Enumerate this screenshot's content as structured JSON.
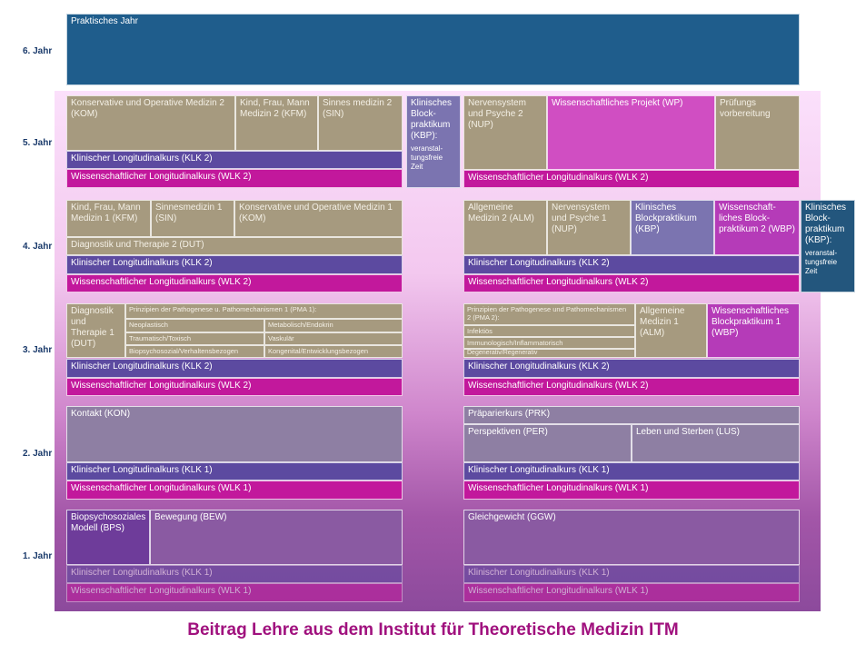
{
  "years": {
    "y6": "6. Jahr",
    "y5": "5. Jahr",
    "y4": "4. Jahr",
    "y3": "3. Jahr",
    "y2": "2. Jahr",
    "y1": "1. Jahr"
  },
  "y6": {
    "praktisches_jahr": "Praktisches Jahr"
  },
  "y5": {
    "kom": "Konservative und   Operative Medizin 2 (KOM)",
    "kfm": "Kind, Frau, Mann Medizin 2 (KFM)",
    "sin": "Sinnes medizin 2 (SIN)",
    "klk": "Klinischer Longitudinalkurs (KLK 2)",
    "wlk_left": "Wissenschaftlicher Longitudinalkurs (WLK 2)",
    "kbp_title": "Klinisches Block-praktikum (KBP):",
    "kbp_note": "veranstal-tungsfreie Zeit",
    "nup": "Nervensystem und Psyche 2 (NUP)",
    "wp": "Wissenschaftliches Projekt (WP)",
    "pruefung": "Prüfungs vorbereitung",
    "wlk_right": "Wissenschaftlicher Longitudinalkurs (WLK 2)"
  },
  "y4": {
    "kfm": "Kind, Frau, Mann Medizin 1 (KFM)",
    "sin": "Sinnesmedizin 1 (SIN)",
    "kom": "Konservative und   Operative Medizin 1 (KOM)",
    "dut": "Diagnostik und Therapie 2 (DUT)",
    "klk_left": "Klinischer Longitudinalkurs (KLK 2)",
    "wlk_left": "Wissenschaftlicher Longitudinalkurs (WLK 2)",
    "alm": "Allgemeine Medizin 2 (ALM)",
    "nup": "Nervensystem und Psyche 1 (NUP)",
    "kbp": "Klinisches Blockpraktikum (KBP)",
    "wbp": "Wissenschaft-liches Block-praktikum 2 (WBP)",
    "kbp2_title": "Klinisches Block-praktikum (KBP):",
    "kbp2_note": "veranstal-tungsfreie Zeit",
    "klk_right": "Klinischer Longitudinalkurs (KLK 2)",
    "wlk_right": "Wissenschaftlicher Longitudinalkurs (WLK 2)"
  },
  "y3": {
    "dut": "Diagnostik und Therapie 1 (DUT)",
    "pma1": "Prinzipien der Pathogenese u. Pathomechanismen 1 (PMA 1):",
    "neoplastisch": "Neoplastisch",
    "metabolisch": "Metabolisch/Endokrin",
    "traumatisch": "Traumatisch/Toxisch",
    "vaskulaer": "Vaskulär",
    "biopsycho": "Biopsychosozial/Verhaltensbezogen",
    "kongenital": "Kongenital/Entwicklungsbezogen",
    "klk_left": "Klinischer Longitudinalkurs (KLK 2)",
    "wlk_left": "Wissenschaftlicher Longitudinalkurs (WLK 2)",
    "pma2": "Prinzipien der  Pathogenese und Pathomechanismen 2 (PMA 2):",
    "infektioes": "Infektiös",
    "immunologisch": "Immunologisch/Inflammatorisch",
    "degenerativ": "Degenerativ/Regenerativ",
    "alm": "Allgemeine Medizin 1 (ALM)",
    "wbp": "Wissenschaftliches Blockpraktikum 1 (WBP)",
    "klk_right": "Klinischer Longitudinalkurs (KLK 2)",
    "wlk_right": "Wissenschaftlicher Longitudinalkurs (WLK 2)"
  },
  "y2": {
    "kon": "Kontakt (KON)",
    "klk_left": "Klinischer Longitudinalkurs (KLK 1)",
    "wlk_left": "Wissenschaftlicher Longitudinalkurs (WLK 1)",
    "prk": "Präparierkurs (PRK)",
    "per": "Perspektiven (PER)",
    "lus": "Leben und Sterben (LUS)",
    "klk_right": "Klinischer Longitudinalkurs (KLK 1)",
    "wlk_right": "Wissenschaftlicher Longitudinalkurs (WLK 1)"
  },
  "y1": {
    "bps": "Biopsychosoziales Modell (BPS)",
    "bew": "Bewegung (BEW)",
    "klk_left": "Klinischer Longitudinalkurs (KLK 1)",
    "wlk_left": "Wissenschaftlicher Longitudinalkurs (WLK 1)",
    "ggw": "Gleichgewicht (GGW)",
    "klk_right": "Klinischer Longitudinalkurs (KLK 1)",
    "wlk_right": "Wissenschaftlicher Longitudinalkurs (WLK 1)"
  },
  "footer": "Beitrag Lehre aus dem Institut für Theoretische Medizin ITM"
}
